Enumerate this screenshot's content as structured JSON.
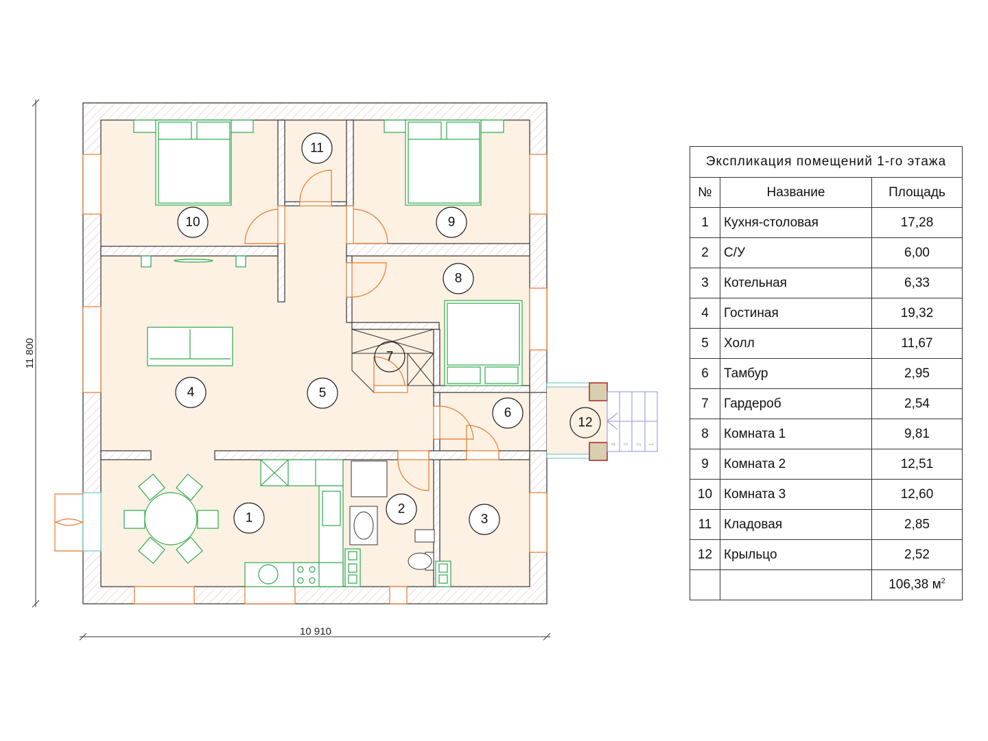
{
  "plan": {
    "rooms": [
      "1",
      "2",
      "3",
      "4",
      "5",
      "6",
      "7",
      "8",
      "9",
      "10",
      "11",
      "12"
    ],
    "dim_width": "10 910",
    "dim_height": "11 800",
    "stair_steps": [
      "1",
      "2",
      "3",
      "4"
    ]
  },
  "table": {
    "title": "Экспликация помещений 1-го этажа",
    "headers": [
      "№",
      "Название",
      "Площадь"
    ],
    "rows": [
      {
        "n": "1",
        "name": "Кухня-столовая",
        "area": "17,28"
      },
      {
        "n": "2",
        "name": "С/У",
        "area": "6,00"
      },
      {
        "n": "3",
        "name": "Котельная",
        "area": "6,33"
      },
      {
        "n": "4",
        "name": "Гостиная",
        "area": "19,32"
      },
      {
        "n": "5",
        "name": "Холл",
        "area": "11,67"
      },
      {
        "n": "6",
        "name": "Тамбур",
        "area": "2,95"
      },
      {
        "n": "7",
        "name": "Гардероб",
        "area": "2,54"
      },
      {
        "n": "8",
        "name": "Комната 1",
        "area": "9,81"
      },
      {
        "n": "9",
        "name": "Комната 2",
        "area": "12,51"
      },
      {
        "n": "10",
        "name": "Комната 3",
        "area": "12,60"
      },
      {
        "n": "11",
        "name": "Кладовая",
        "area": "2,85"
      },
      {
        "n": "12",
        "name": "Крыльцо",
        "area": "2,52"
      }
    ],
    "total": "106,38 м",
    "total_sup": "2"
  },
  "colors": {
    "room": "#fdf1e3",
    "wall_hatch": "#e8a0a0",
    "furniture": "#2aa84a",
    "door": "#e8782a",
    "stair": "#8a90e0"
  }
}
